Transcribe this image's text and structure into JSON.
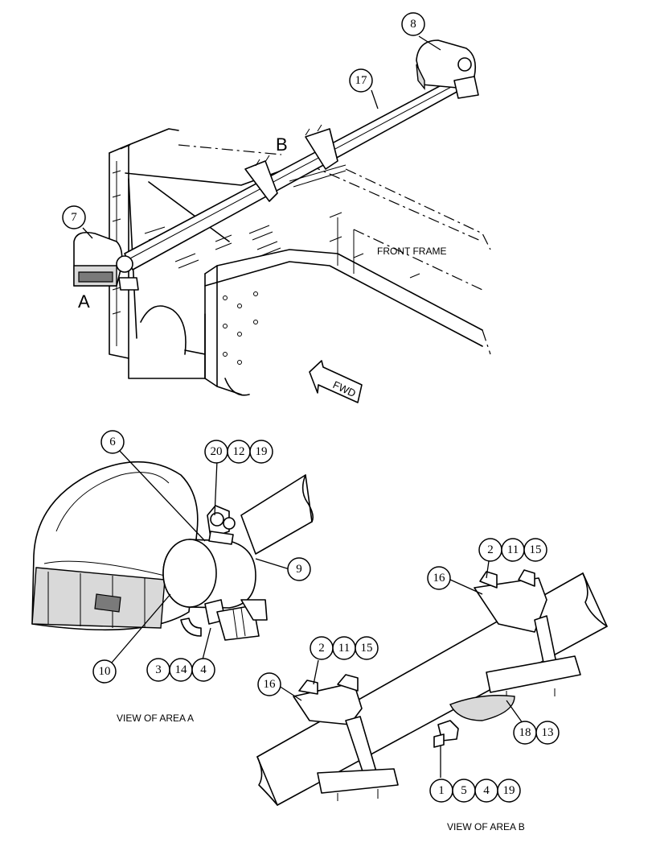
{
  "labels": {
    "area_a": "A",
    "area_b": "B",
    "front_frame": "FRONT FRAME",
    "fwd": "FWD",
    "view_area_a": "VIEW OF AREA A",
    "view_area_b": "VIEW OF AREA B"
  },
  "callouts": {
    "c7": "7",
    "c8": "8",
    "c17": "17",
    "c6": "6",
    "c20": "20",
    "c12": "12",
    "c19a": "19",
    "c9": "9",
    "c10": "10",
    "c3": "3",
    "c14": "14",
    "c4a": "4",
    "c2a": "2",
    "c11a": "11",
    "c15a": "15",
    "c16a": "16",
    "c2b": "2",
    "c11b": "11",
    "c15b": "15",
    "c16b": "16",
    "c18": "18",
    "c13": "13",
    "c1": "1",
    "c5": "5",
    "c4b": "4",
    "c19b": "19"
  }
}
